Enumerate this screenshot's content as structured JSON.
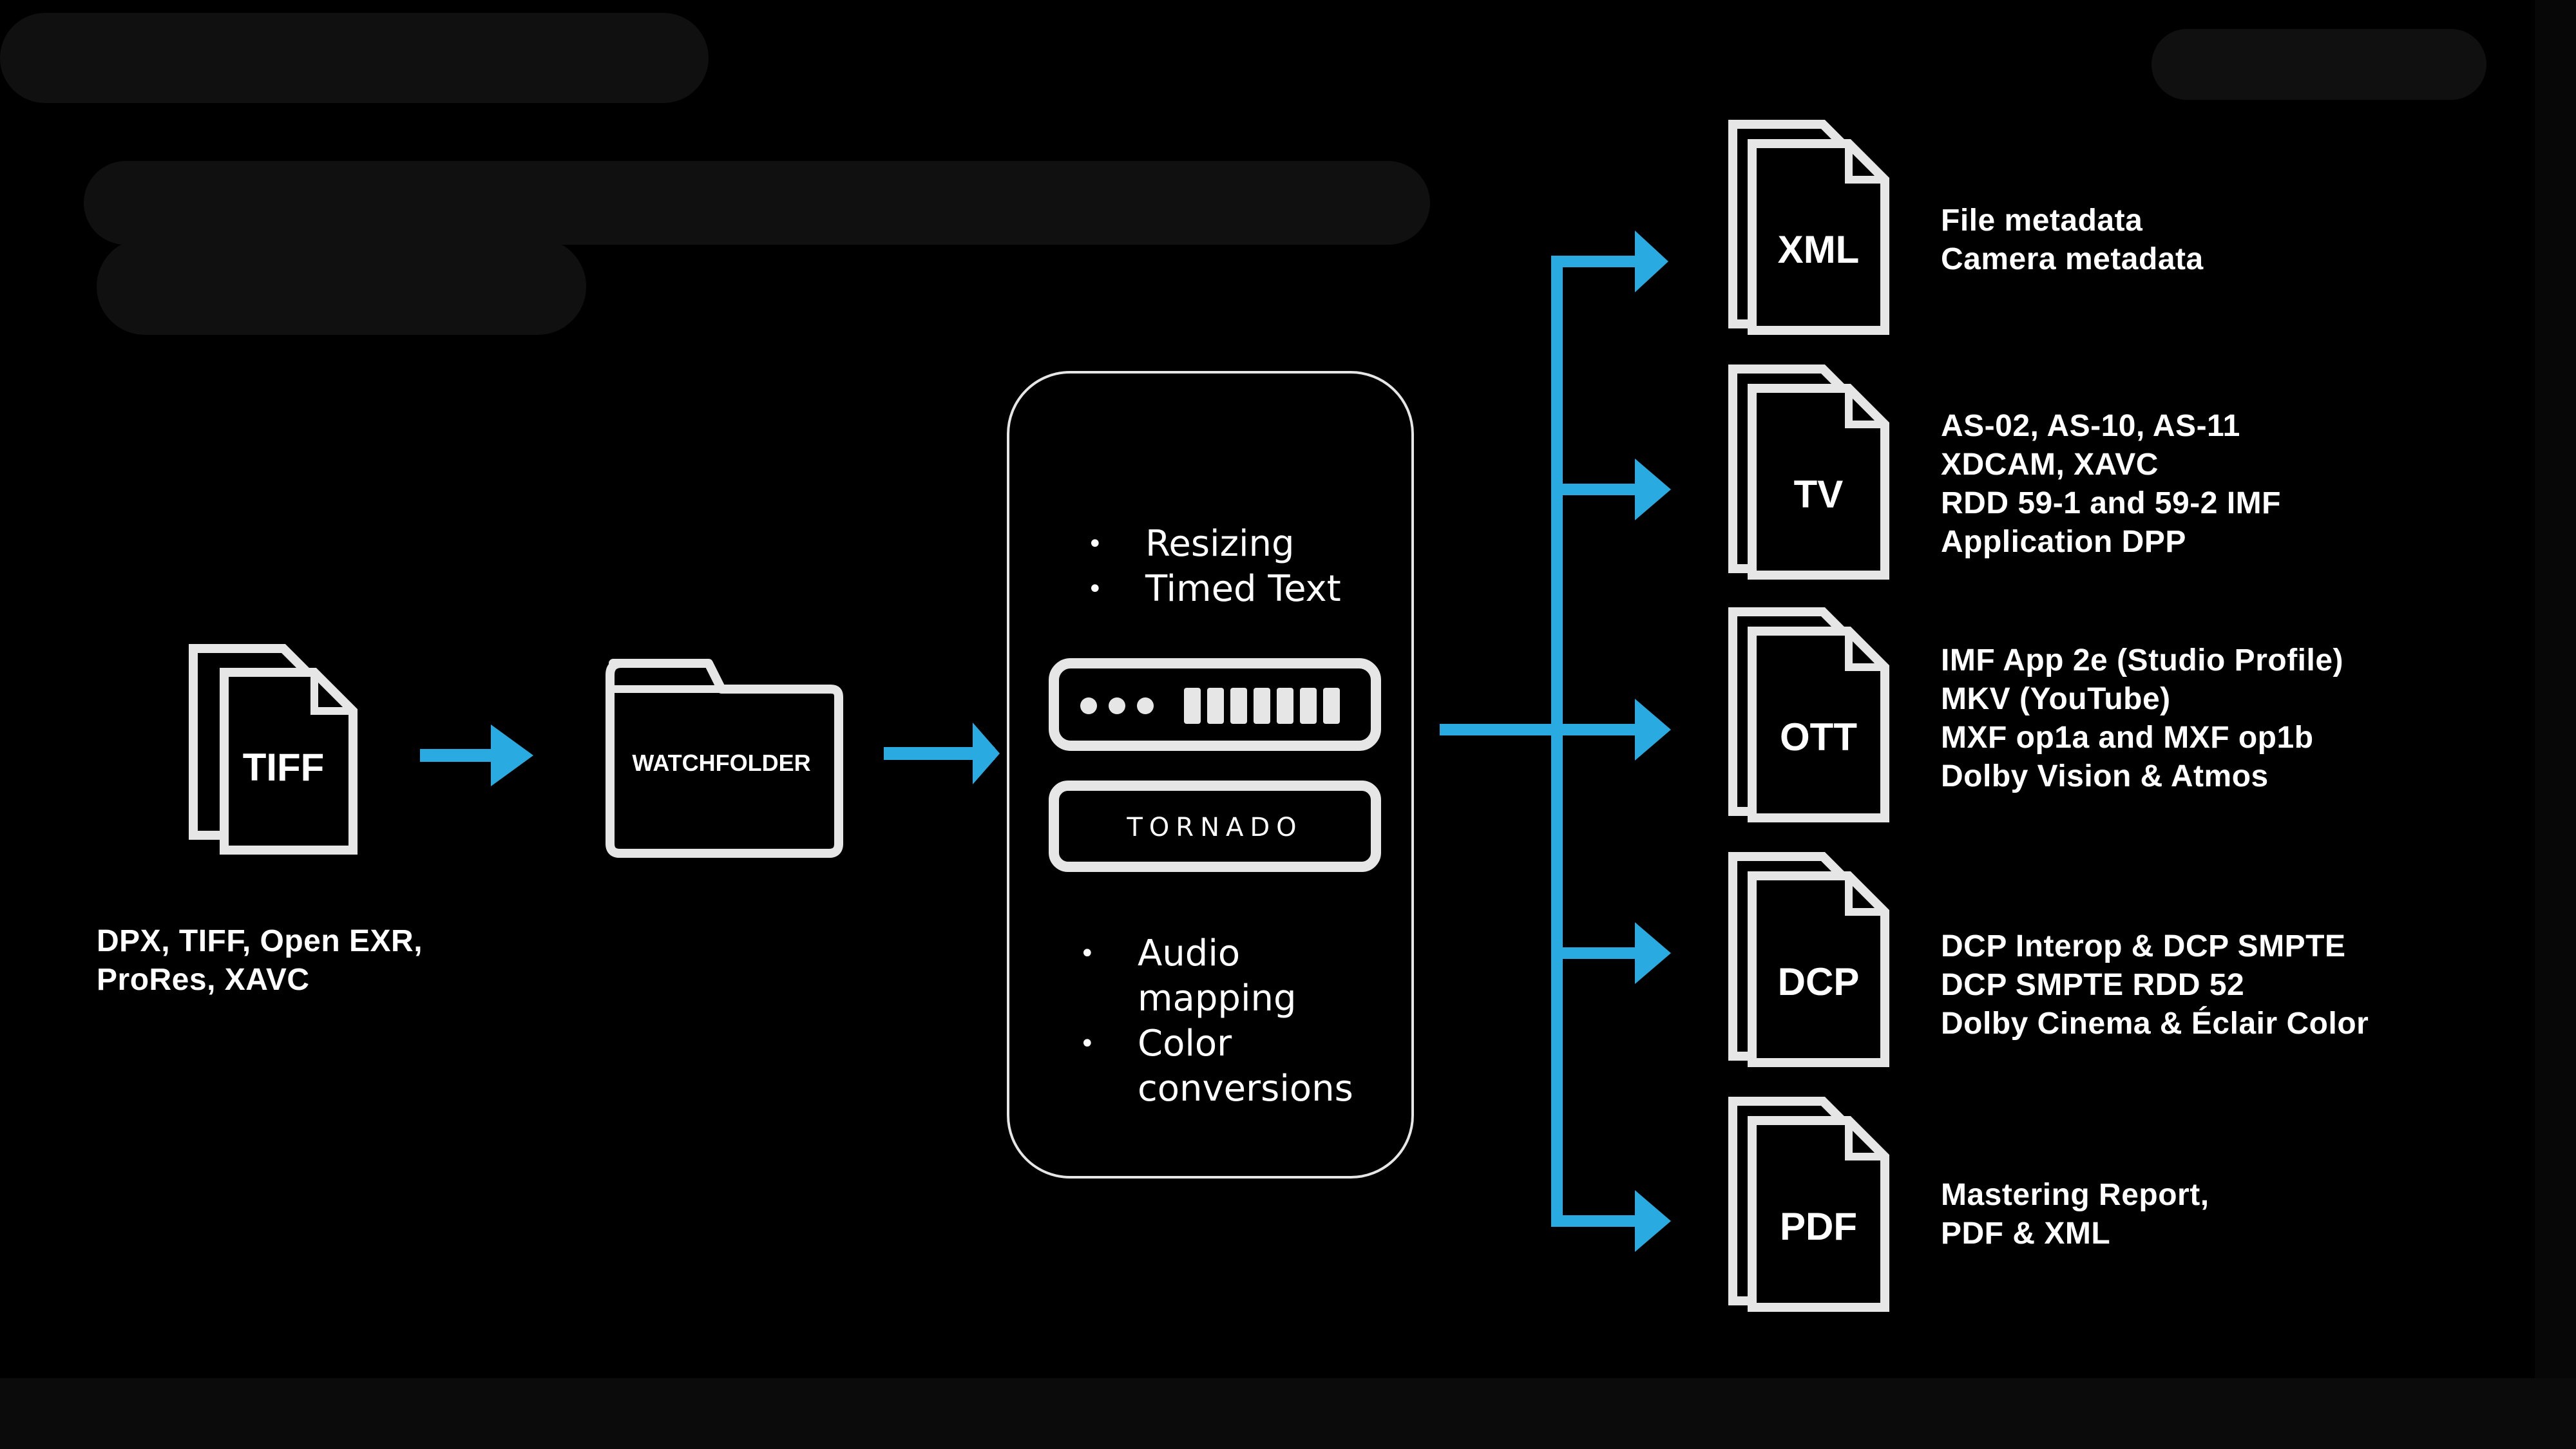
{
  "colors": {
    "background": "#000000",
    "accent": "#29abe2",
    "stroke": "#e6e6e6",
    "text": "#ffffff"
  },
  "input": {
    "file_label": "TIFF",
    "formats": "DPX, TIFF, Open EXR,\nProRes, XAVC"
  },
  "watchfolder": {
    "label": "WATCHFOLDER"
  },
  "processor": {
    "features_top": [
      "Resizing",
      "Timed Text"
    ],
    "device_brand": "TORNADO",
    "features_bottom": [
      "Audio\nmapping",
      "Color\nconversions"
    ]
  },
  "outputs": [
    {
      "label": "XML",
      "description": "File metadata\nCamera metadata"
    },
    {
      "label": "TV",
      "description": "AS-02, AS-10, AS-11\nXDCAM, XAVC\nRDD 59-1 and 59-2 IMF\nApplication DPP"
    },
    {
      "label": "OTT",
      "description": "IMF App 2e (Studio Profile)\nMKV (YouTube)\nMXF op1a and MXF op1b\nDolby Vision & Atmos"
    },
    {
      "label": "DCP",
      "description": "DCP Interop & DCP SMPTE\nDCP SMPTE RDD 52\nDolby Cinema & Éclair Color"
    },
    {
      "label": "PDF",
      "description": "Mastering Report,\nPDF & XML"
    }
  ]
}
